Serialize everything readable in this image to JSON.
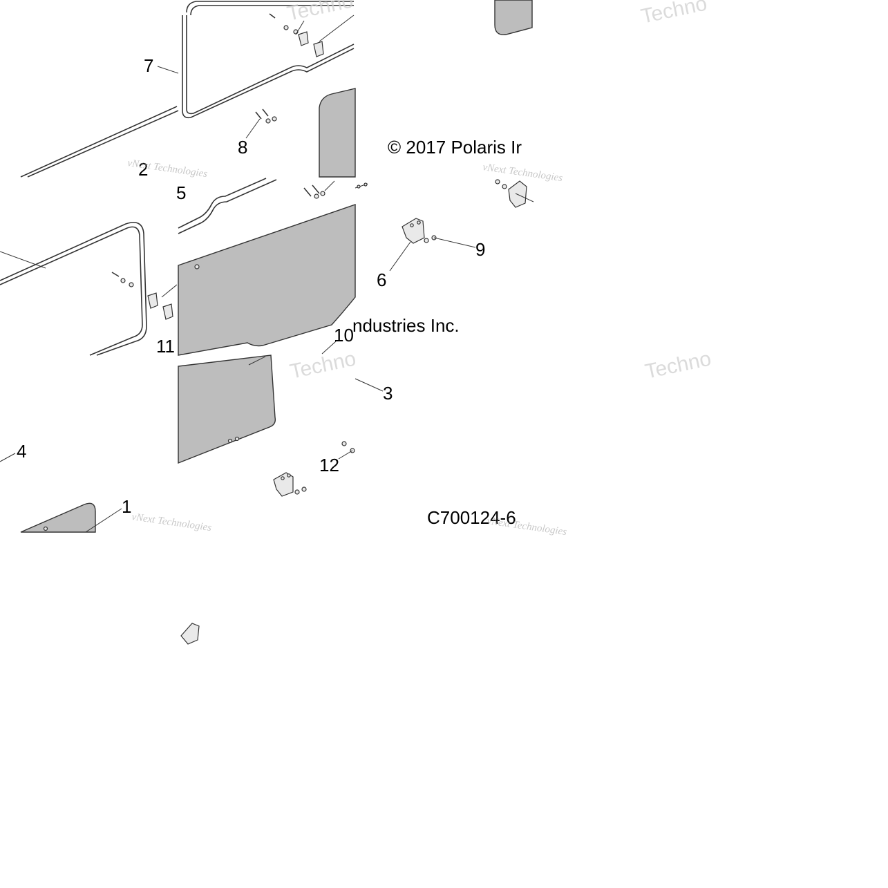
{
  "diagram": {
    "copyright_part1": "© 2017 Polaris Ir",
    "copyright_part2": "ndustries Inc.",
    "drawing_code": "C700124-6",
    "callouts": [
      {
        "id": "c1",
        "label": "1"
      },
      {
        "id": "c2",
        "label": "2"
      },
      {
        "id": "c3",
        "label": "3"
      },
      {
        "id": "c4",
        "label": "4"
      },
      {
        "id": "c5",
        "label": "5"
      },
      {
        "id": "c6",
        "label": "6"
      },
      {
        "id": "c7",
        "label": "7"
      },
      {
        "id": "c8",
        "label": "8"
      },
      {
        "id": "c9",
        "label": "9"
      },
      {
        "id": "c10",
        "label": "10"
      },
      {
        "id": "c11",
        "label": "11"
      },
      {
        "id": "c12",
        "label": "12"
      }
    ]
  },
  "watermark": {
    "brand_a": "vNext Technologies",
    "brand_b": "Techno"
  }
}
